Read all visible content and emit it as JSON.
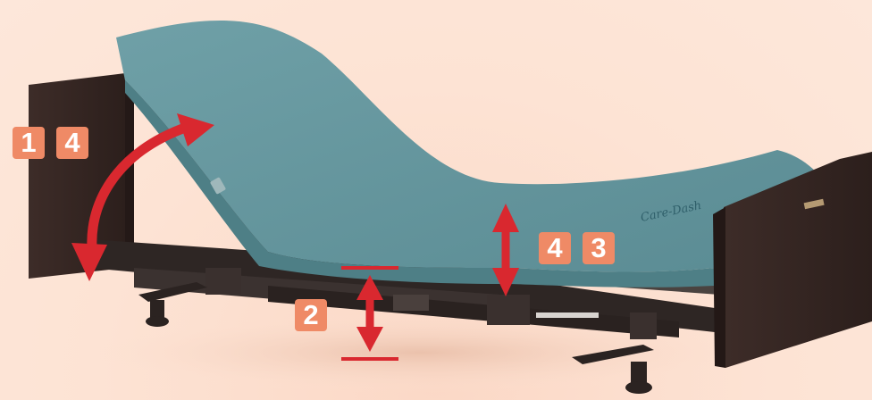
{
  "colors": {
    "background": "#fde3d4",
    "badge": "#ef8a66",
    "arrow": "#d9282f",
    "mattress": "#5d8f97",
    "frame": "#3a2a26"
  },
  "badges": [
    "1",
    "4",
    "4",
    "3",
    "2"
  ],
  "mattress_brand": "Care-Dash",
  "icons": [
    "back-tilt-arrow-icon",
    "knee-tilt-arrow-icon",
    "height-arrow-icon"
  ]
}
